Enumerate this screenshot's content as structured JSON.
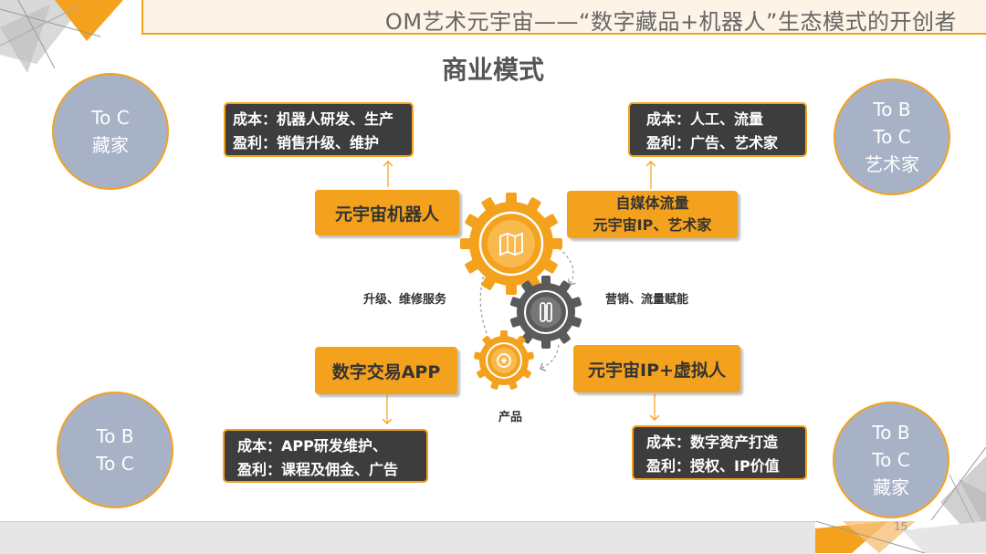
{
  "header": {
    "title": "OM艺术元宇宙——“数字藏品+机器人”生态模式的开创者"
  },
  "page_title": "商业模式",
  "circles": {
    "top_left": [
      "To C",
      "藏家"
    ],
    "top_right": [
      "To B",
      "To C",
      "艺术家"
    ],
    "bottom_left": [
      "To B",
      "To C"
    ],
    "bottom_right": [
      "To B",
      "To C",
      "藏家"
    ]
  },
  "info_boxes": {
    "top_left": [
      "成本：机器人研发、生产",
      "盈利：销售升级、维护"
    ],
    "top_right": [
      "成本：人工、流量",
      "盈利：广告、艺术家"
    ],
    "bottom_left": [
      "成本：APP研发维护、",
      "盈利：课程及佣金、广告"
    ],
    "bottom_right": [
      "成本：数字资产打造",
      "盈利：授权、IP价值"
    ]
  },
  "modules": {
    "robot": "元宇宙机器人",
    "media_line1": "自媒体流量",
    "media_line2": "元宇宙IP、艺术家",
    "app": "数字交易APP",
    "ip": "元宇宙IP+虚拟人"
  },
  "gear_labels": {
    "left": "升级、维修服务",
    "right": "营销、流量赋能",
    "bottom": "产品"
  },
  "page_number": "15",
  "colors": {
    "accent": "#f4a21e",
    "circle_fill": "#a7b2c7",
    "dark_box": "#3d3d3d",
    "gear_gray": "#5a5a5a"
  },
  "icons": [
    "map-icon",
    "link-icon",
    "sync-icon"
  ]
}
